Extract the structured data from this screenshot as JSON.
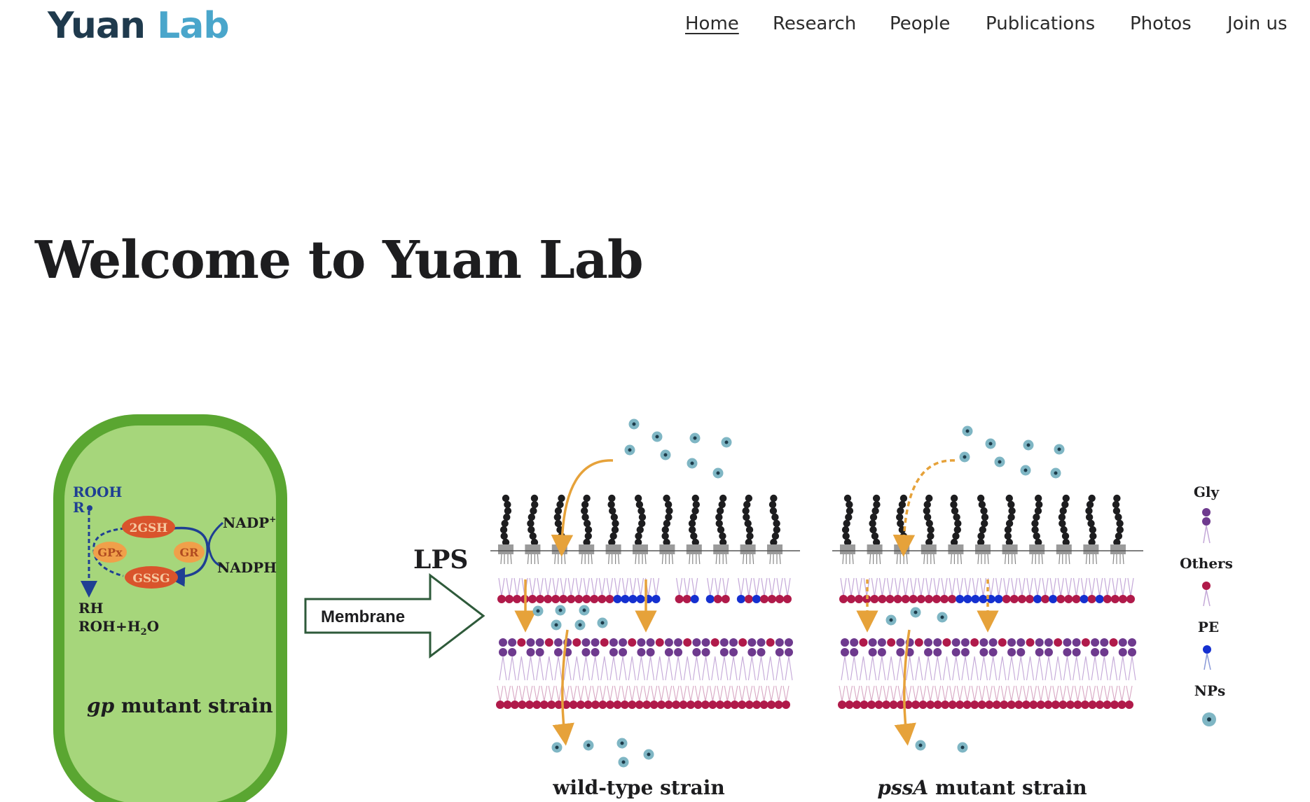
{
  "header": {
    "logo_part1": "Yuan",
    "logo_part2": "Lab",
    "nav": [
      {
        "label": "Home",
        "active": true
      },
      {
        "label": "Research",
        "active": false
      },
      {
        "label": "People",
        "active": false
      },
      {
        "label": "Publications",
        "active": false
      },
      {
        "label": "Photos",
        "active": false
      },
      {
        "label": "Join us",
        "active": false
      }
    ]
  },
  "main": {
    "heading": "Welcome to Yuan Lab"
  },
  "figure": {
    "cell": {
      "rooh": "ROOH",
      "r_dot": "R",
      "gsh": "2GSH",
      "gpx": "GPx",
      "gr": "GR",
      "gssg": "GSSG",
      "nadp": "NADP",
      "nadp_sup": "+",
      "nadph": "NADPH",
      "rh": "RH",
      "roh": "ROH+H",
      "roh_sub": "2",
      "roh_tail": "O",
      "strain_italic": "gp",
      "strain_text": " mutant strain"
    },
    "arrow_label": "Membrane",
    "lps_label": "LPS",
    "wild_label": "wild-type strain",
    "pssa_italic": "pssA",
    "pssa_text": " mutant strain",
    "legend": {
      "gly": "Gly",
      "others": "Others",
      "pe": "PE",
      "nps": "NPs"
    },
    "colors": {
      "cell_outer": "#5aa631",
      "cell_inner": "#9fd173",
      "enzyme_red": "#d9542c",
      "enzyme_orange": "#f0a04a",
      "arrow_blue": "#1f3f93",
      "crimson": "#b01a4a",
      "purple": "#6e3a8e",
      "pe_blue": "#1530d0",
      "np_teal": "#7fb6c4",
      "flow_orange": "#e6a23a"
    }
  }
}
